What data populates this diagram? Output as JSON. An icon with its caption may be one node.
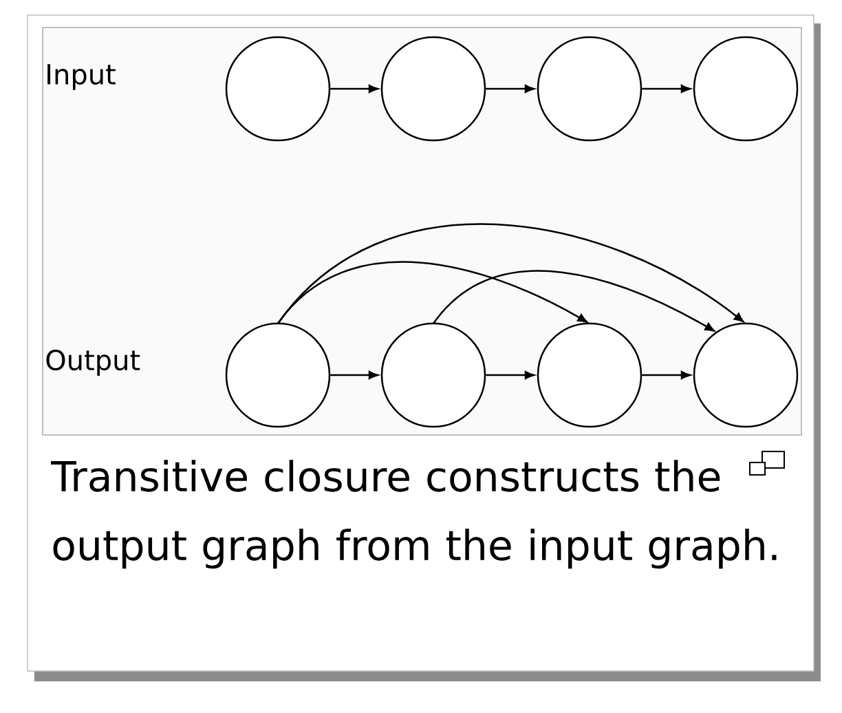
{
  "diagram": {
    "caption": "Transitive closure constructs the output graph from the input graph.",
    "nodes": [
      {
        "text": [],
        "shape": "circle"
      },
      {
        "text": [],
        "shape": "circle"
      },
      {
        "text": [],
        "shape": "circle"
      },
      {
        "text": [],
        "shape": "circle"
      },
      {
        "text": [],
        "shape": "circle"
      },
      {
        "text": [],
        "shape": "circle"
      },
      {
        "text": [],
        "shape": "circle"
      },
      {
        "text": [],
        "shape": "circle"
      }
    ],
    "edges": [
      {
        "from": 0,
        "to": 1,
        "arrow": "to"
      },
      {
        "from": 1,
        "to": 2,
        "arrow": "to"
      },
      {
        "from": 2,
        "to": 3,
        "arrow": "to"
      },
      {
        "from": 4,
        "to": 5,
        "arrow": "to"
      },
      {
        "from": 5,
        "to": 6,
        "arrow": "to"
      },
      {
        "from": 6,
        "to": 7,
        "arrow": "to"
      },
      {
        "from": 4,
        "to": 6,
        "arrow": "to"
      },
      {
        "from": 4,
        "to": 7,
        "arrow": "to"
      },
      {
        "from": 5,
        "to": 7,
        "arrow": "to"
      }
    ],
    "labels": [
      "Input",
      "Output"
    ]
  }
}
